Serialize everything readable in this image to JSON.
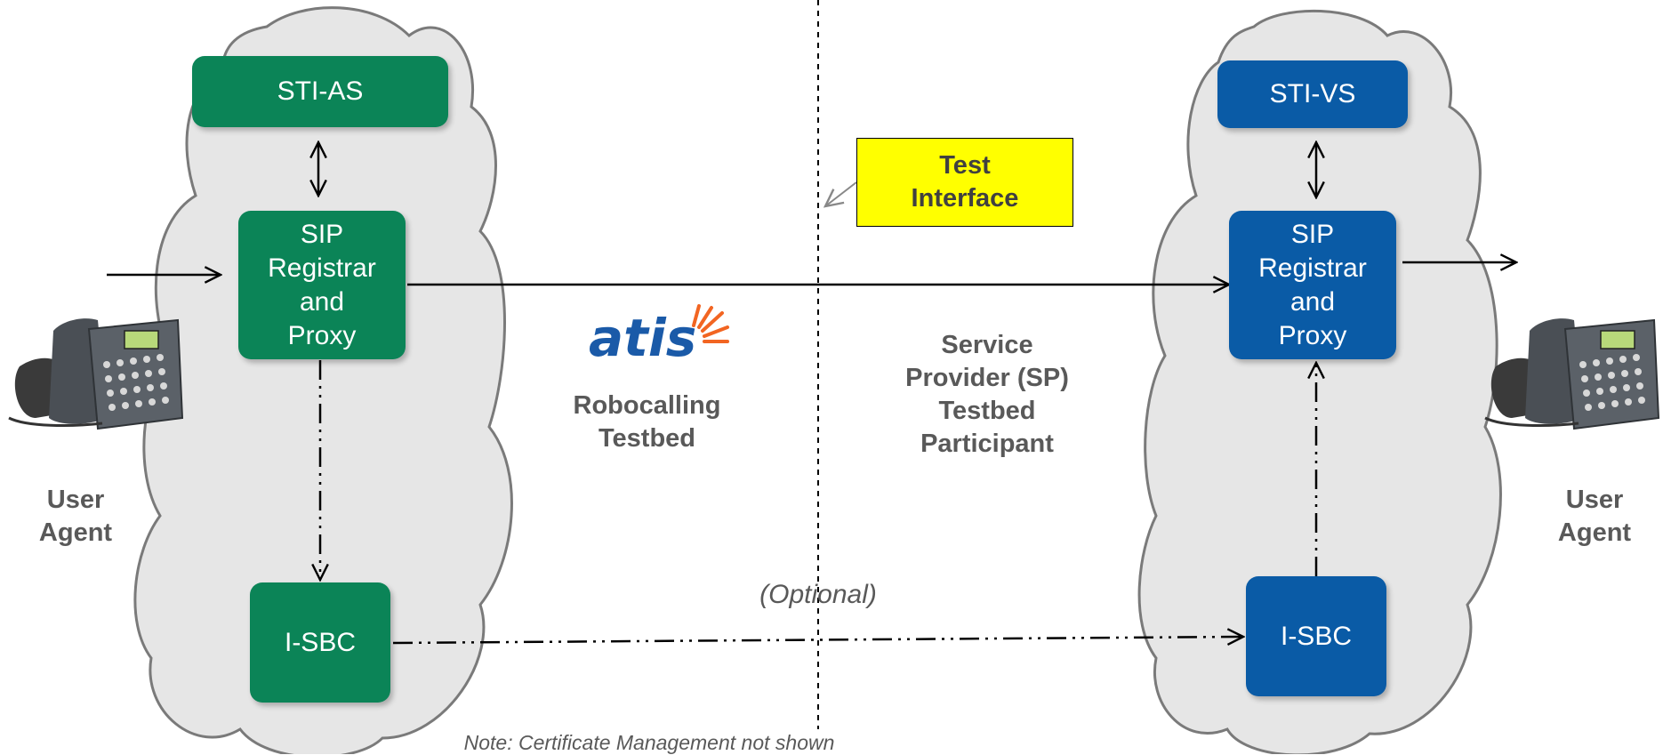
{
  "left_network": {
    "sti_as": "STI-AS",
    "sip_proxy": "SIP\nRegistrar\nand\nProxy",
    "i_sbc": "I-SBC",
    "user_agent": "User\nAgent"
  },
  "right_network": {
    "sti_vs": "STI-VS",
    "sip_proxy": "SIP\nRegistrar\nand\nProxy",
    "i_sbc": "I-SBC",
    "user_agent": "User\nAgent"
  },
  "center": {
    "logo_text": "atis",
    "testbed_label": "Robocalling\nTestbed",
    "sp_label": "Service\nProvider (SP)\nTestbed\nParticipant",
    "test_interface": "Test\nInterface",
    "optional": "(Optional)",
    "note": "Note: Certificate Management not shown"
  },
  "colors": {
    "left_green": "#0b8457",
    "right_blue": "#0a5ba6",
    "cloud": "#e6e6e6",
    "test_interface_bg": "#ffff00",
    "logo_blue": "#1a5aa8",
    "logo_orange": "#f26522"
  },
  "icons": {
    "user_agent": "ip-phone-icon",
    "network": "cloud-icon"
  }
}
